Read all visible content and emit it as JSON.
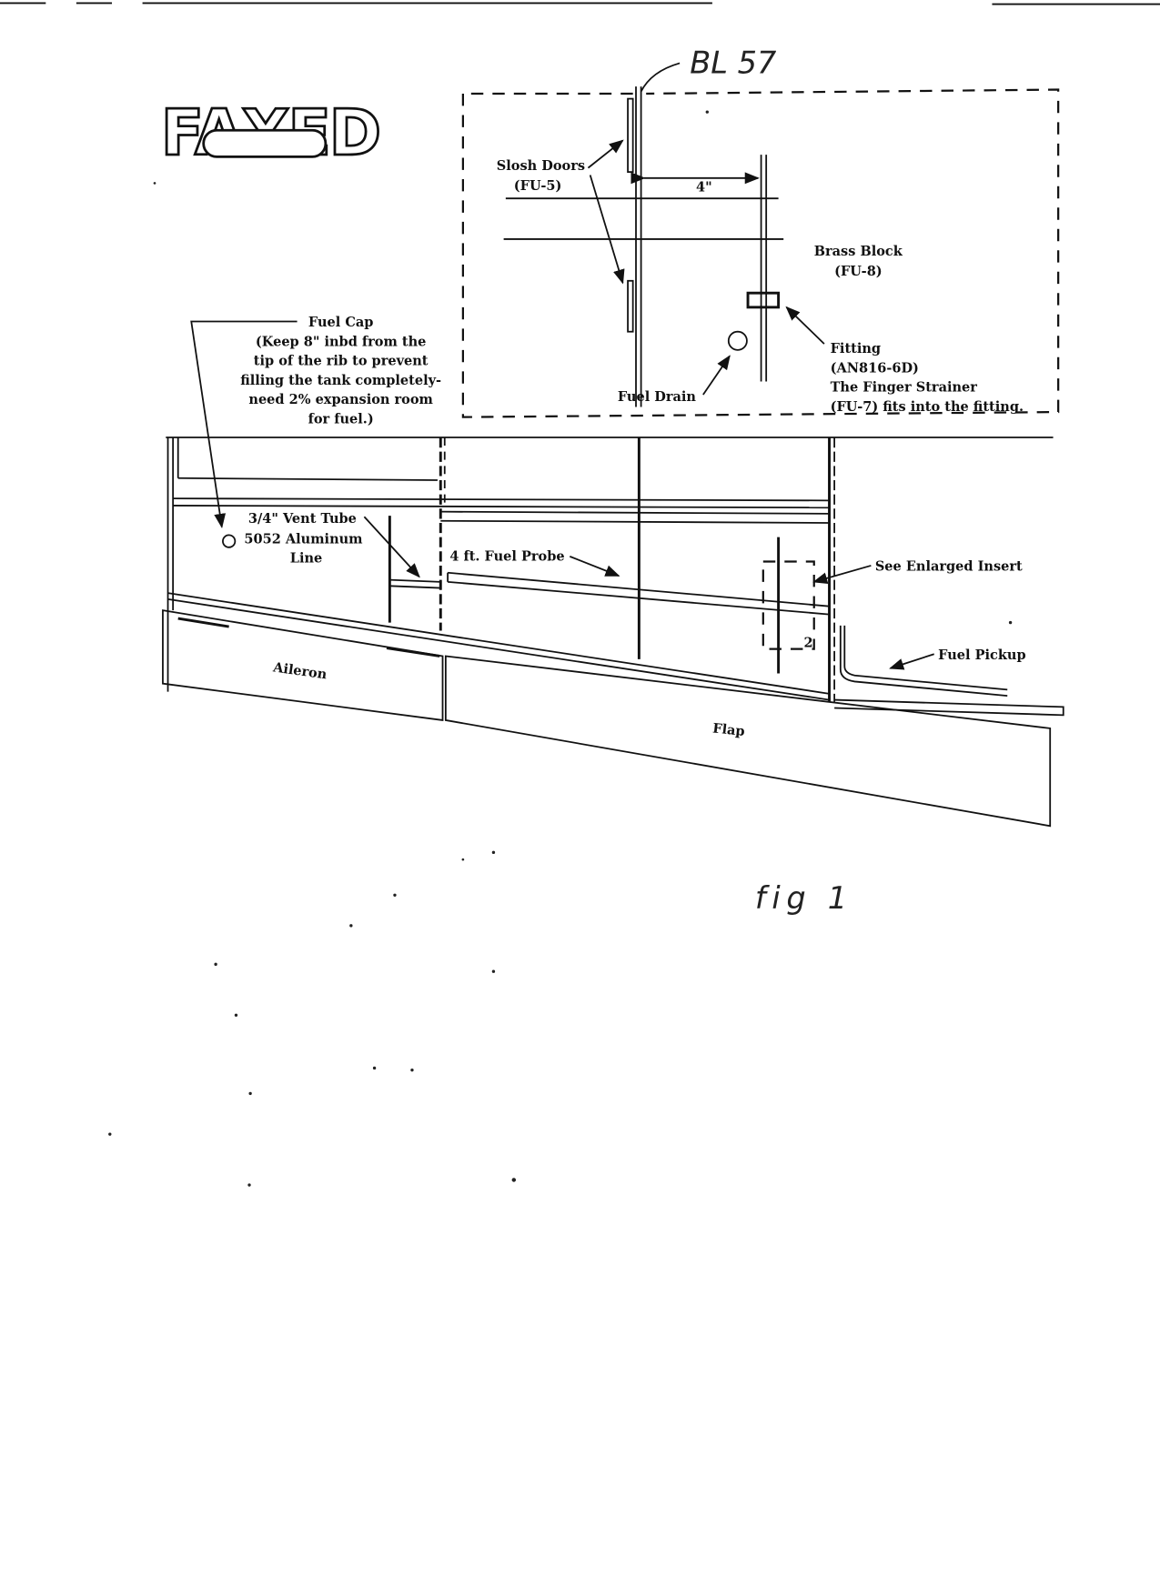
{
  "stamp": {
    "text": "FAXED"
  },
  "annotation_handwritten": {
    "bl": "BL 57",
    "figure": "fig 1"
  },
  "insert": {
    "slosh_doors": [
      "Slosh Doors",
      "(FU-5)"
    ],
    "dimension": "4\"",
    "brass_block": [
      "Brass Block",
      "(FU-8)"
    ],
    "fitting": [
      "Fitting",
      "(AN816-6D)",
      "The Finger Strainer",
      "(FU-7) fits into the fitting."
    ],
    "fuel_drain": "Fuel Drain"
  },
  "fuel_cap": [
    "Fuel Cap",
    "(Keep 8\" inbd from the",
    "tip of the rib to prevent",
    "filling the tank completely-",
    "need 2% expansion room",
    "for fuel.)"
  ],
  "vent_tube": [
    "3/4\" Vent Tube",
    "5052 Aluminum",
    "Line"
  ],
  "fuel_probe": "4 ft. Fuel Probe",
  "see_insert": "See Enlarged Insert",
  "fuel_pickup": "Fuel Pickup",
  "aileron": "Aileron",
  "flap": "Flap",
  "insert_mark": "2"
}
